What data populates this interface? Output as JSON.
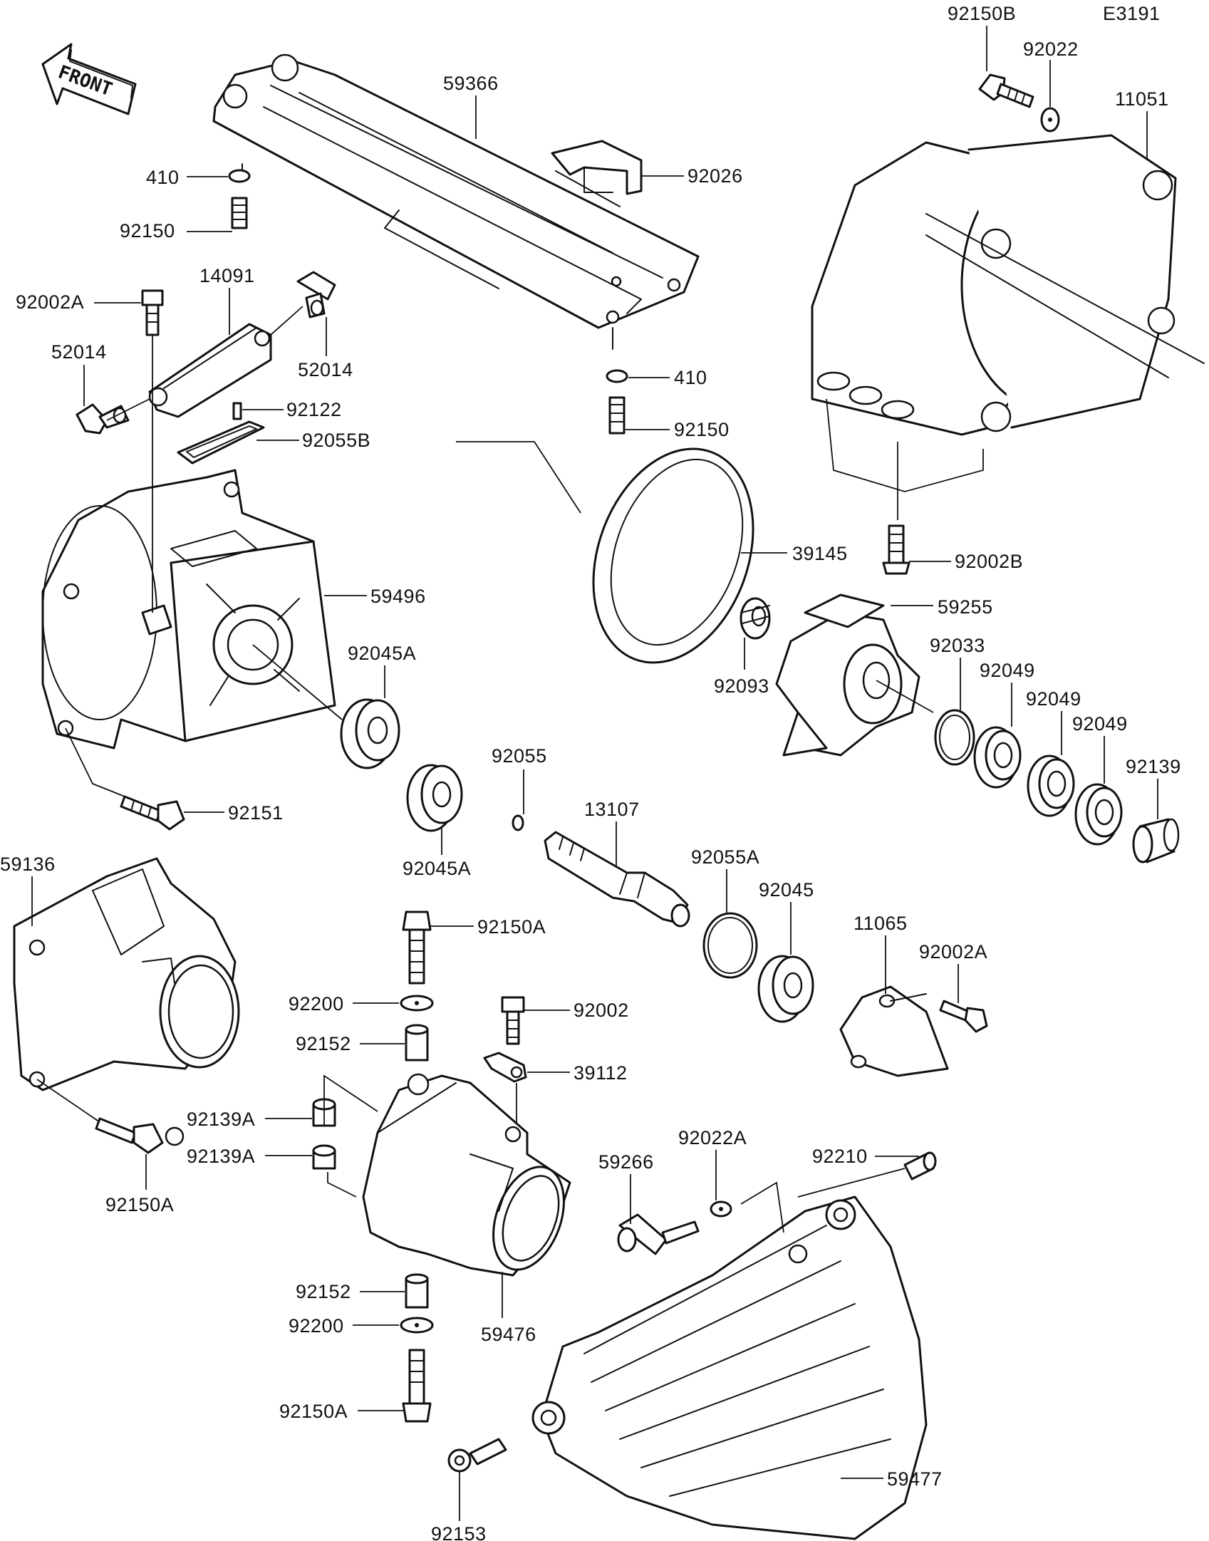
{
  "diagram_code": "E3191",
  "front_label": "FRONT",
  "parts": {
    "p92150B": "92150B",
    "p92022": "92022",
    "p11051": "11051",
    "p59366": "59366",
    "p92026": "92026",
    "p410_a": "410",
    "p92150_a": "92150",
    "p14091": "14091",
    "p92002A_a": "92002A",
    "p52014_a": "52014",
    "p52014_b": "52014",
    "p92122": "92122",
    "p92055B": "92055B",
    "p410_b": "410",
    "p92150_b": "92150",
    "p39145": "39145",
    "p92002B": "92002B",
    "p59255": "59255",
    "p59496": "59496",
    "p92045A_a": "92045A",
    "p92093": "92093",
    "p92033": "92033",
    "p92049_a": "92049",
    "p92049_b": "92049",
    "p92049_c": "92049",
    "p92139": "92139",
    "p92055": "92055",
    "p13107": "13107",
    "p92151": "92151",
    "p92045A_b": "92045A",
    "p92055A": "92055A",
    "p92045": "92045",
    "p59136": "59136",
    "p92150A_a": "92150A",
    "p11065": "11065",
    "p92002A_b": "92002A",
    "p92200_a": "92200",
    "p92002": "92002",
    "p92152_a": "92152",
    "p39112": "39112",
    "p92139A_a": "92139A",
    "p92139A_b": "92139A",
    "p92150A_b": "92150A",
    "p59266": "59266",
    "p92022A": "92022A",
    "p92210": "92210",
    "p92152_b": "92152",
    "p92200_b": "92200",
    "p59476": "59476",
    "p92150A_c": "92150A",
    "p92153": "92153",
    "p59477": "59477"
  }
}
